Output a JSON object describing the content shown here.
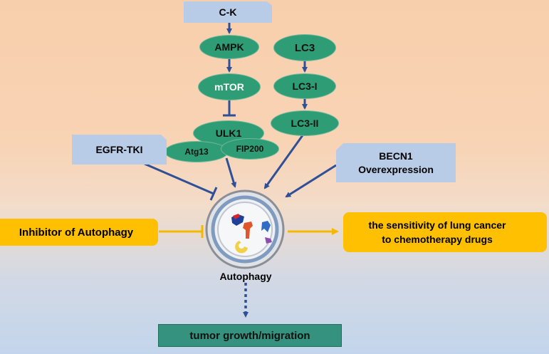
{
  "nodes": {
    "ck": "C-K",
    "ampk": "AMPK",
    "mtor": "mTOR",
    "ulk1": "ULK1",
    "atg13": "Atg13",
    "fip200": "FIP200",
    "lc3": "LC3",
    "lc3_i": "LC3-I",
    "lc3_ii": "LC3-II",
    "egfr_tki": "EGFR-TKI",
    "becn1_line1": "BECN1",
    "becn1_line2": "Overexpression",
    "inhibitor": "Inhibitor of Autophagy",
    "sensitivity_line1": "the sensitivity of lung cancer",
    "sensitivity_line2": "to chemotherapy drugs",
    "autophagy": "Autophagy",
    "tumor": "tumor growth/migration"
  },
  "colors": {
    "arrow": "#2f4f96",
    "orange_arrow": "#f5b800",
    "green_node": "#2e9c75",
    "blue_box": "#b8cce8",
    "orange_box": "#fec000",
    "teal_box": "#35927e"
  }
}
